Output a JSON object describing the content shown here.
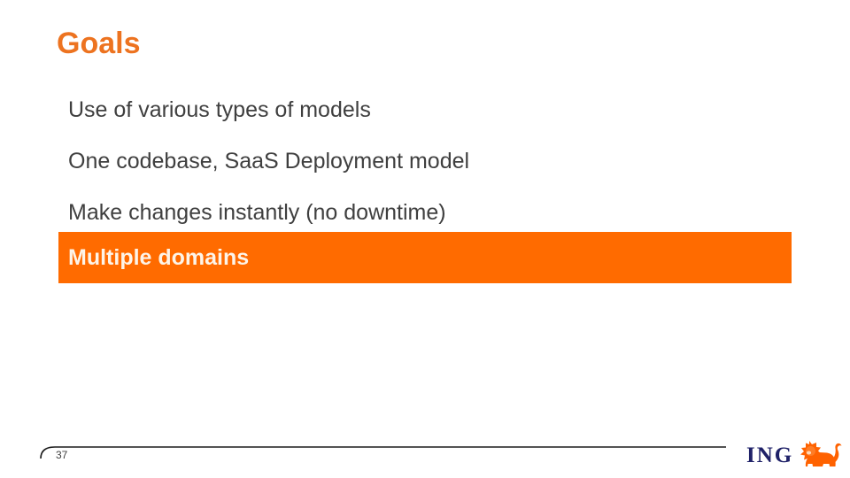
{
  "slide": {
    "title": "Goals",
    "bullets": [
      "Use of various types of models",
      "One codebase, SaaS Deployment model",
      "Make changes instantly (no downtime)"
    ],
    "highlight": {
      "label": "Multiple domains"
    },
    "footer": {
      "page_number": "37",
      "logo_text": "ING",
      "logo_icon": "ing-lion-icon"
    },
    "colors": {
      "title_orange": "#ed7320",
      "highlight_orange": "#ff6b00",
      "highlight_text": "#fdf4e8",
      "body_text": "#3f3f3f",
      "ing_navy": "#1f2168",
      "lion_orange": "#ff6200",
      "rule_dark": "#1a1a1a"
    }
  }
}
